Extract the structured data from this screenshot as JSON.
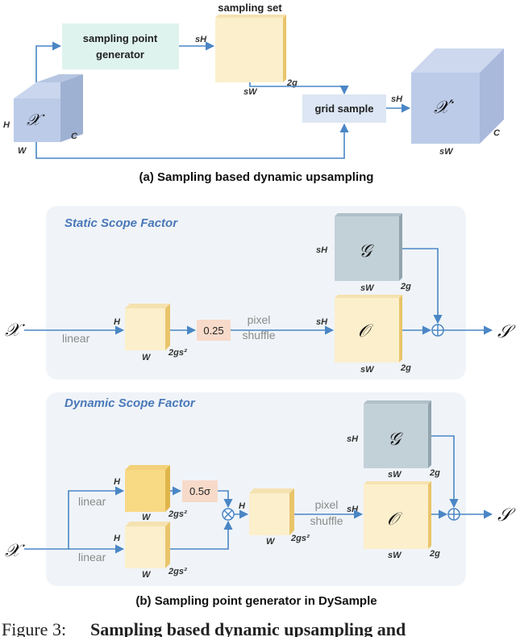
{
  "part_a": {
    "title": "sampling set",
    "generator": [
      "sampling point",
      "generator"
    ],
    "grid_sample": "grid sample",
    "caption": "(a) Sampling based dynamic upsampling",
    "input_symbol": "𝒳",
    "output_symbol": "𝒳′",
    "dims": {
      "H": "H",
      "W": "W",
      "C": "C",
      "sH": "sH",
      "sW": "sW",
      "g2": "2g"
    }
  },
  "part_b": {
    "static_title": "Static Scope Factor",
    "dynamic_title": "Dynamic Scope Factor",
    "linear": "linear",
    "pixel": "pixel",
    "shuffle": "shuffle",
    "static_factor": "0.25",
    "dynamic_factor": "0.5σ",
    "input_symbol": "𝒳",
    "offset_symbol": "𝒪",
    "grid_symbol": "𝒢",
    "sampling_symbol": "𝒮",
    "dim_2gs2": "2gs²",
    "caption": "(b) Sampling point generator in DySample"
  },
  "figure_label": "Figure 3:",
  "figure_text": "Sampling based dynamic upsampling and"
}
